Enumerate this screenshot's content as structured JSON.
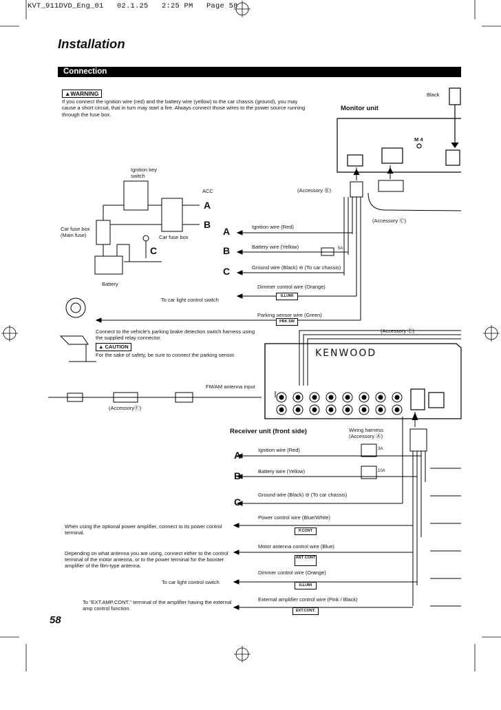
{
  "header": {
    "print_line": "KVT_911DVD_Eng_01   02.1.25   2:25 PM   Page 58"
  },
  "page": {
    "title": "Installation",
    "section": "Connection",
    "page_number": "58"
  },
  "warning": {
    "badge": "▲WARNING",
    "text": "If you connect the ignition wire (red) and the battery wire (yellow) to the car chassis (ground), you may cause a short circuit, that in turn may start a fire. Always connect those wires to the power source running through the fuse box."
  },
  "monitor": {
    "title": "Monitor unit",
    "black": "Black",
    "m4": "M 4",
    "accessory_b": "(Accessory Ⓑ)",
    "accessory_c": "(Accessory Ⓒ)"
  },
  "left_circuit": {
    "ignition_key": "Ignition key switch",
    "acc": "ACC",
    "car_fuse_main": "Car fuse box (Main fuse)",
    "car_fuse_box": "Car fuse box",
    "battery": "Battery",
    "label_a": "A",
    "label_b": "B",
    "label_c": "C"
  },
  "monitor_wires": [
    {
      "letter": "A",
      "text": "Ignition wire (Red)"
    },
    {
      "letter": "B",
      "text": "Battery wire (Yellow)",
      "fuse": "5A"
    },
    {
      "letter": "C",
      "text": "Ground wire (Black) ⊖ (To car chassis)"
    },
    {
      "letter": "",
      "text": "Dimmer control wire (Orange)",
      "tag": "ILLUMI",
      "target": "To car light control switch"
    },
    {
      "letter": "",
      "text": "Parking sensor wire (Green)",
      "tag": "PRK SW"
    }
  ],
  "parking": {
    "note": "Connect to the vehicle's parking brake detection switch harness using the supplied relay connector.",
    "caution_badge": "▲ CAUTION",
    "caution_text": "For the sake of safety, be sure to connect the parking sensor."
  },
  "receiver": {
    "brand": "KENWOOD",
    "accessory_e": "(Accessory Ⓔ)",
    "fm_am": "FM/AM antenna input",
    "accessory_f": "(AccessoryⒻ)",
    "title": "Receiver unit (front side)",
    "harness": "Wiring harness (Accessory Ⓐ)"
  },
  "receiver_wires": [
    {
      "letter": "A",
      "text": "Ignition wire (Red)",
      "fuse": "3A"
    },
    {
      "letter": "B",
      "text": "Battery wire (Yellow)",
      "fuse": "10A"
    },
    {
      "letter": "C",
      "text": "Ground wire (Black) ⊖ (To car chassis)"
    },
    {
      "text": "Power control wire (Blue/White)",
      "tag": "P.CONT",
      "note": "When using the optional power amplifier, connect to its power control terminal."
    },
    {
      "text": "Motor antenna control wire (Blue)",
      "tag": "ANT CONT",
      "note": "Depending on what antenna you are using, connect either to the control terminal of the motor antenna, or to the power terminal for the booster amplifier of the film-type antenna."
    },
    {
      "text": "Dimmer control wire (Orange)",
      "tag": "ILLUMI",
      "note": "To car light control switch"
    },
    {
      "text": "External amplifier control wire (Pink / Black)",
      "tag": "EXT.CONT.",
      "note": "To \"EXT.AMP.CONT.\" terminal of the amplifier having the external amp control function."
    }
  ]
}
